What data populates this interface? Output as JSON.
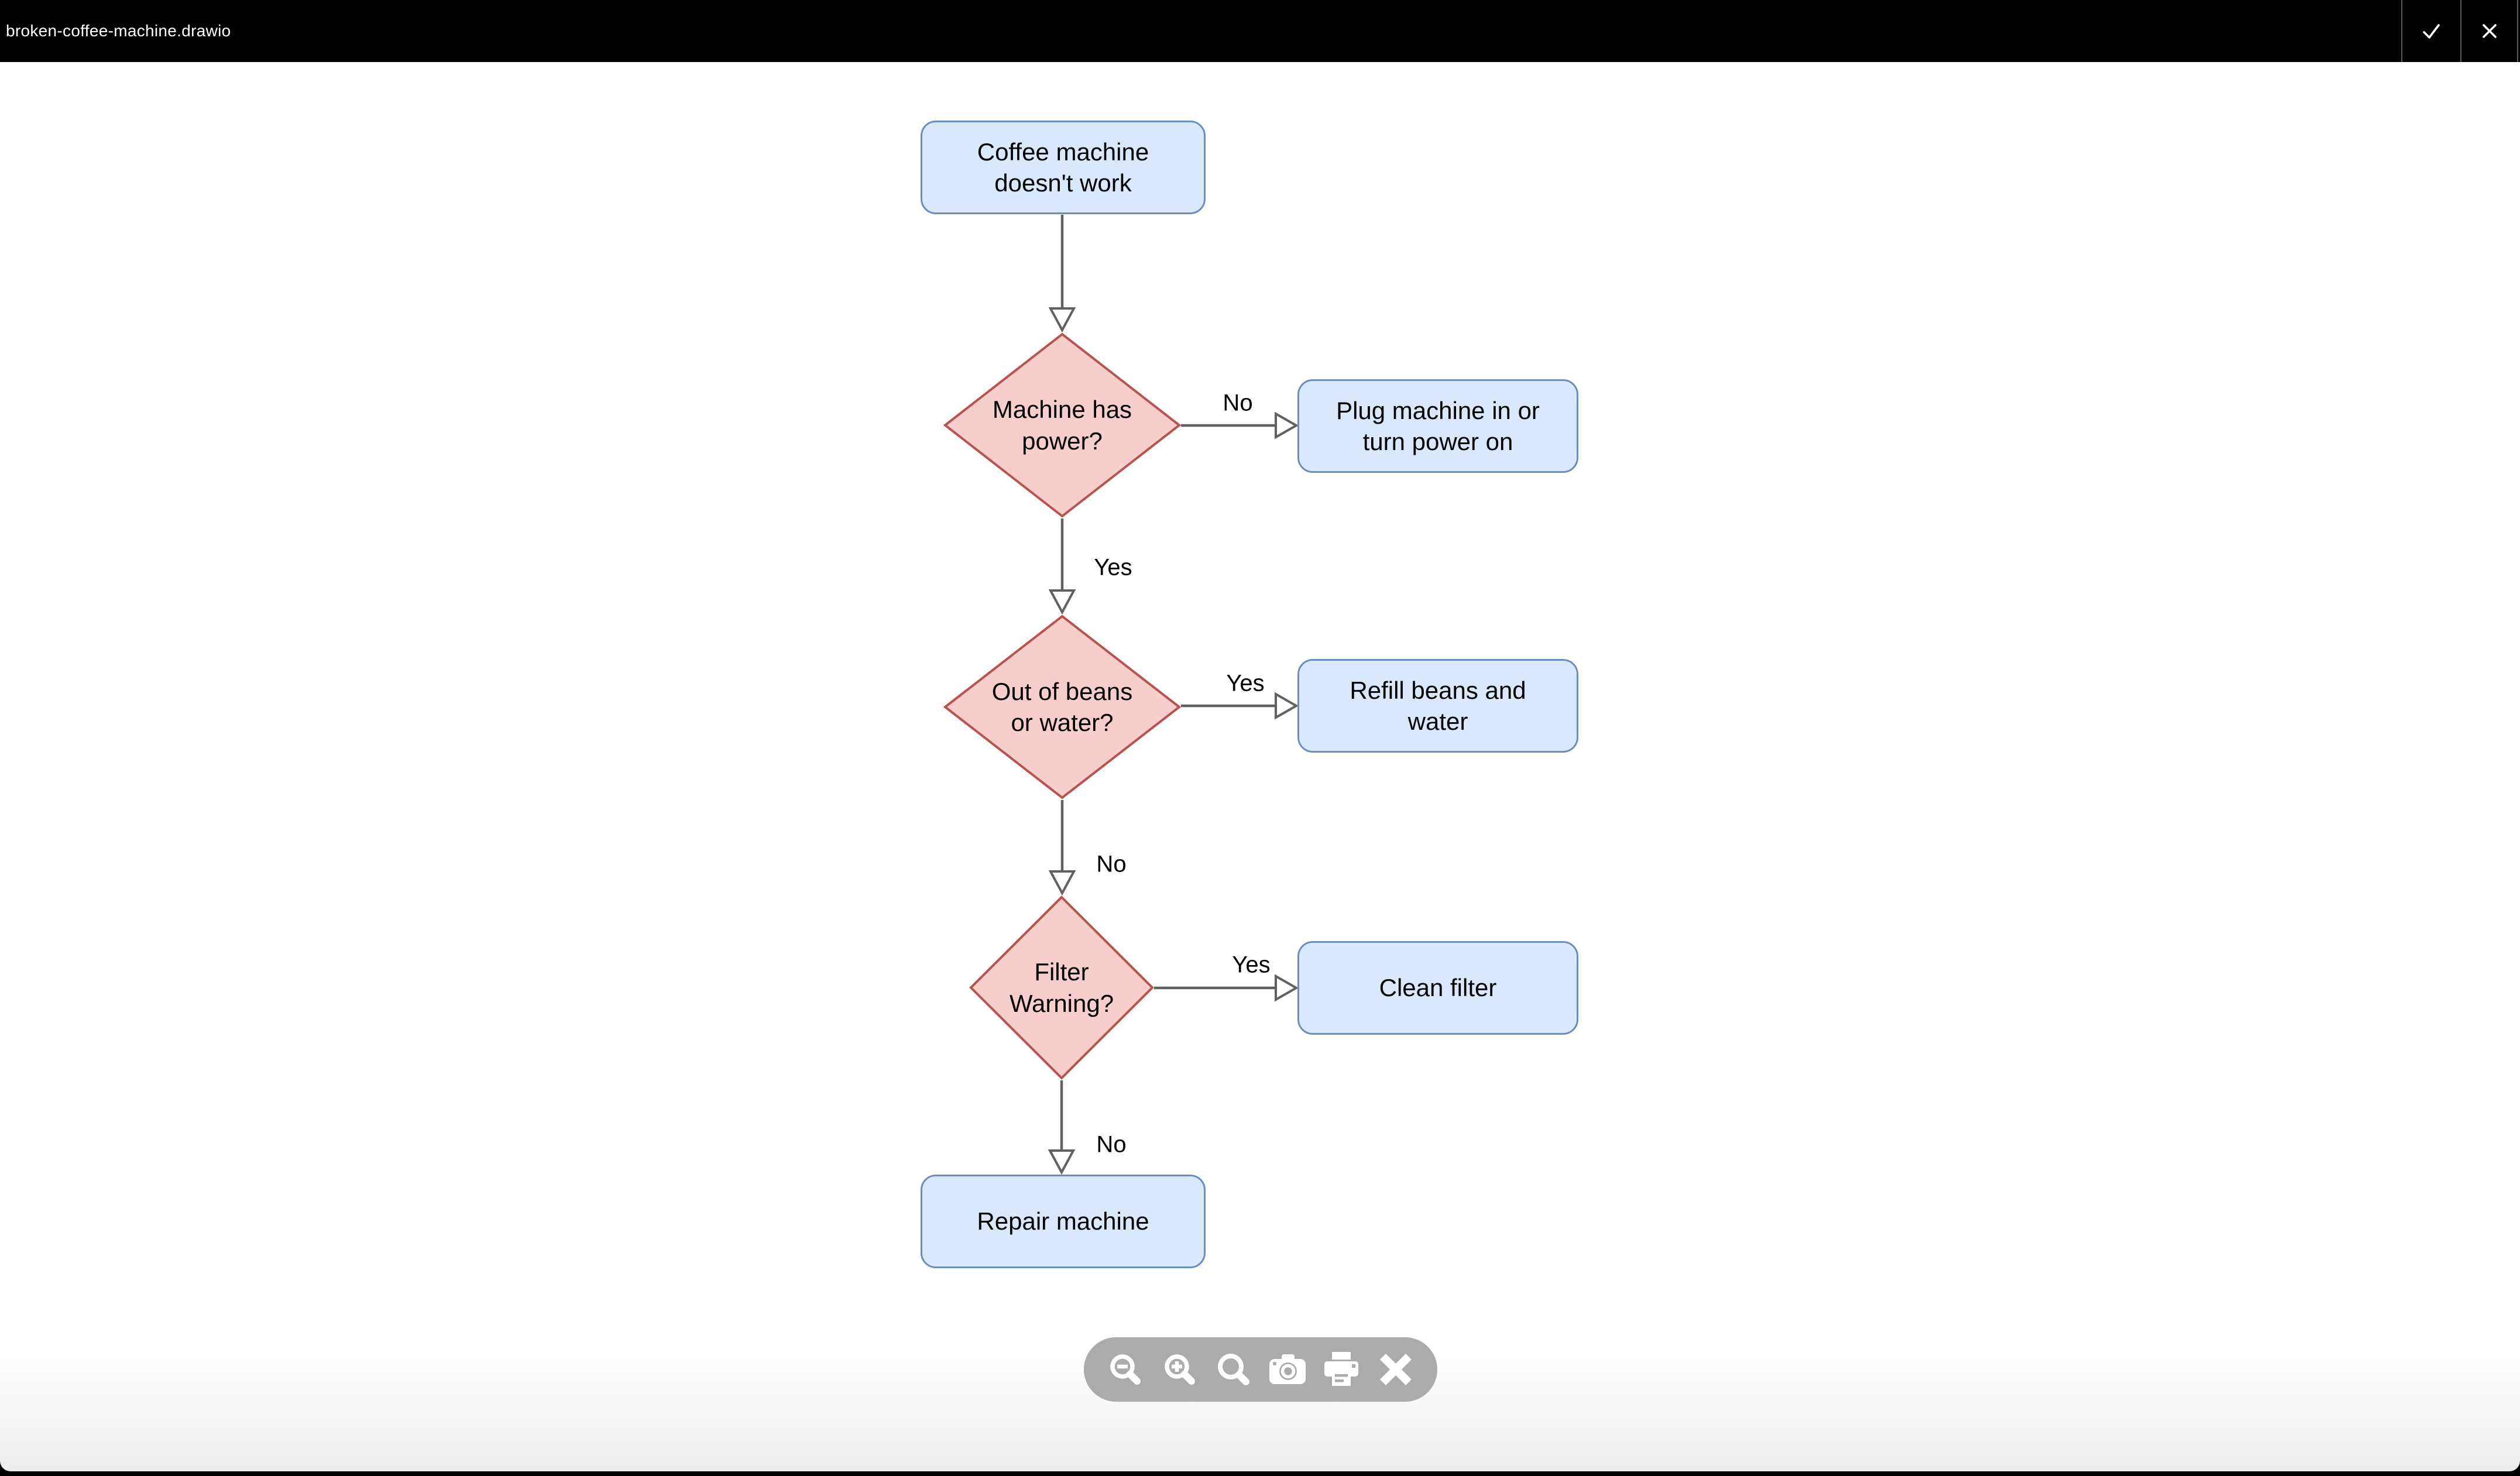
{
  "window": {
    "title": "broken-coffee-machine.drawio"
  },
  "titlebar": {
    "actions": [
      {
        "name": "confirm",
        "icon": "check-icon"
      },
      {
        "name": "close",
        "icon": "close-icon"
      }
    ]
  },
  "flowchart": {
    "nodes": {
      "start": {
        "type": "process",
        "label": "Coffee machine\ndoesn't work"
      },
      "q_power": {
        "type": "decision",
        "label": "Machine has\npower?"
      },
      "plug_in": {
        "type": "process",
        "label": "Plug machine in or\nturn power on"
      },
      "q_beans": {
        "type": "decision",
        "label": "Out of beans\nor water?"
      },
      "refill": {
        "type": "process",
        "label": "Refill beans and\nwater"
      },
      "q_filter": {
        "type": "decision",
        "label": "Filter\nWarning?"
      },
      "clean": {
        "type": "process",
        "label": "Clean filter"
      },
      "repair": {
        "type": "process",
        "label": "Repair machine"
      }
    },
    "edge_labels": {
      "power_no": "No",
      "power_yes": "Yes",
      "beans_yes": "Yes",
      "beans_no": "No",
      "filter_yes": "Yes",
      "filter_no": "No"
    },
    "colors": {
      "process_fill": "#dae8fc",
      "process_stroke": "#6c8ebf",
      "decision_fill": "#f8cecc",
      "decision_stroke": "#b85450",
      "edge_stroke": "#616161"
    }
  },
  "zoom_toolbar": {
    "background": "#ababab",
    "icons": [
      "zoom-out",
      "zoom-in",
      "zoom-reset",
      "camera",
      "print",
      "close"
    ]
  }
}
